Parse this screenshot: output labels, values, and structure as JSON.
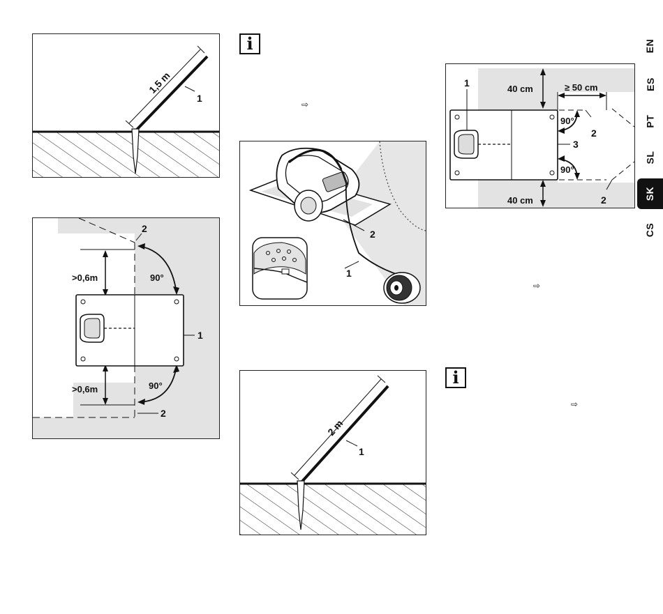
{
  "figures": {
    "fig1": {
      "length": "1,5 m",
      "callout": "1"
    },
    "fig2": {
      "dist_top": ">0,6m",
      "dist_bottom": ">0,6m",
      "angle_top": "90°",
      "angle_bottom": "90°",
      "callout_1": "1",
      "callout_2_top": "2",
      "callout_2_bottom": "2"
    },
    "fig3": {
      "callout_1": "1",
      "callout_2": "2"
    },
    "fig4": {
      "length": "2 m",
      "callout": "1"
    },
    "fig5": {
      "dist_top": "40 cm",
      "dist_side": "≥ 50 cm",
      "dist_bottom": "40 cm",
      "angle_top": "90°",
      "angle_bottom": "90°",
      "callout_1": "1",
      "callout_2a": "2",
      "callout_2b": "2",
      "callout_3": "3"
    }
  },
  "info_icons": {
    "symbol": "i"
  },
  "refs": {
    "arrow_symbol": "⇨"
  },
  "language_tabs": [
    "EN",
    "ES",
    "PT",
    "SL",
    "SK",
    "CS"
  ],
  "active_language": "SK",
  "colors": {
    "shade": "#e3e3e3",
    "ink": "#111111",
    "active_tab": "#111111"
  }
}
